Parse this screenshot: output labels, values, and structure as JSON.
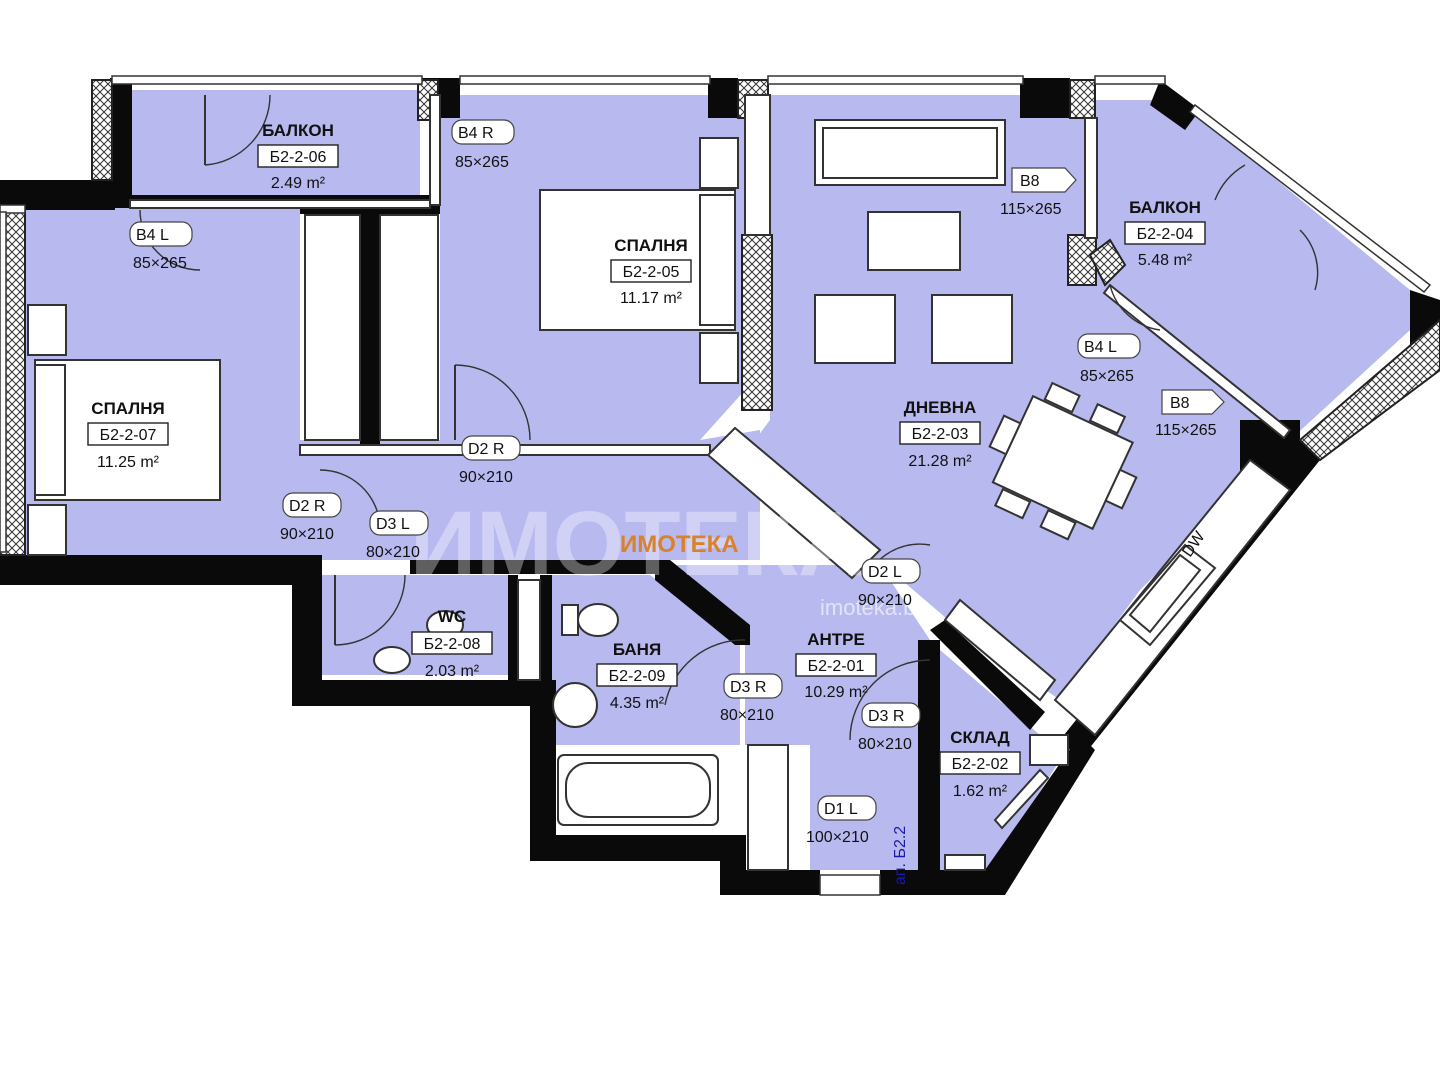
{
  "colors": {
    "room_fill": "#b7b9ef",
    "wall": "#0a0a0a",
    "watermark": "#d9822b"
  },
  "rooms": [
    {
      "id": "r06",
      "name": "БАЛКОН",
      "code": "Б2-2-06",
      "area": "2.49 m²"
    },
    {
      "id": "r05",
      "name": "СПАЛНЯ",
      "code": "Б2-2-05",
      "area": "11.17 m²"
    },
    {
      "id": "r07",
      "name": "СПАЛНЯ",
      "code": "Б2-2-07",
      "area": "11.25 m²"
    },
    {
      "id": "r04",
      "name": "БАЛКОН",
      "code": "Б2-2-04",
      "area": "5.48 m²"
    },
    {
      "id": "r03",
      "name": "ДНЕВНА",
      "code": "Б2-2-03",
      "area": "21.28 m²"
    },
    {
      "id": "r08",
      "name": "WC",
      "code": "Б2-2-08",
      "area": "2.03 m²"
    },
    {
      "id": "r09",
      "name": "БАНЯ",
      "code": "Б2-2-09",
      "area": "4.35 m²"
    },
    {
      "id": "r01",
      "name": "АНТРЕ",
      "code": "Б2-2-01",
      "area": "10.29 m²"
    },
    {
      "id": "r02",
      "name": "СКЛАД",
      "code": "Б2-2-02",
      "area": "1.62 m²"
    }
  ],
  "openings": [
    {
      "id": "o1",
      "tag": "B4 R",
      "size": "85×265"
    },
    {
      "id": "o2",
      "tag": "B4 L",
      "size": "85×265"
    },
    {
      "id": "o3",
      "tag": "B8",
      "size": "115×265"
    },
    {
      "id": "o4",
      "tag": "B4 L",
      "size": "85×265"
    },
    {
      "id": "o5",
      "tag": "B8",
      "size": "115×265"
    },
    {
      "id": "o6",
      "tag": "D2 R",
      "size": "90×210"
    },
    {
      "id": "o7",
      "tag": "D2 R",
      "size": "90×210"
    },
    {
      "id": "o8",
      "tag": "D3 L",
      "size": "80×210"
    },
    {
      "id": "o9",
      "tag": "D2 L",
      "size": "90×210"
    },
    {
      "id": "o10",
      "tag": "D3 R",
      "size": "80×210"
    },
    {
      "id": "o11",
      "tag": "D3 R",
      "size": "80×210"
    },
    {
      "id": "o12",
      "tag": "D1 L",
      "size": "100×210"
    }
  ],
  "appliance_label": "DW",
  "apartment_label": "ап. Б2.2",
  "watermark": {
    "main": "ИМОТЕКА",
    "center": "ИМОТЕКА",
    "url": "imoteka.bg"
  }
}
